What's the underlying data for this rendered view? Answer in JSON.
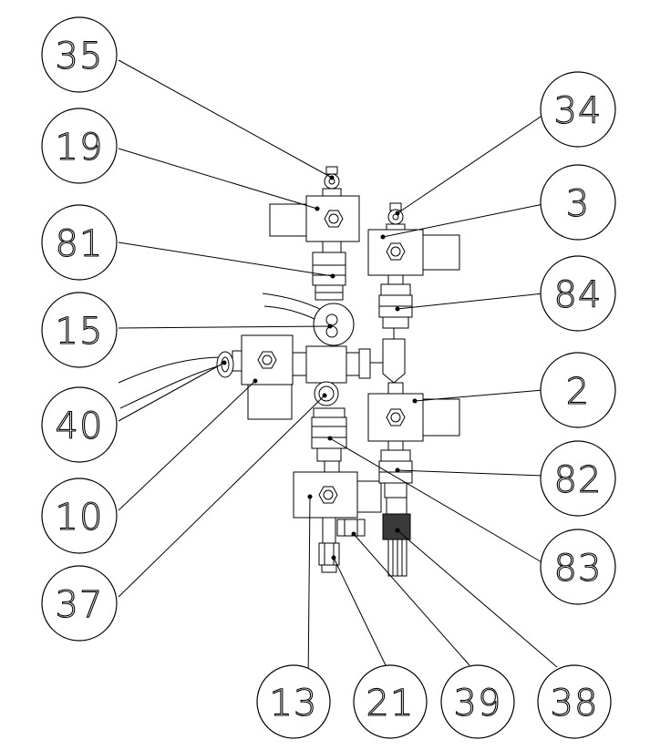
{
  "callouts": [
    {
      "id": "c35",
      "label": "35"
    },
    {
      "id": "c34",
      "label": "34"
    },
    {
      "id": "c19",
      "label": "19"
    },
    {
      "id": "c3",
      "label": "3"
    },
    {
      "id": "c81",
      "label": "81"
    },
    {
      "id": "c84",
      "label": "84"
    },
    {
      "id": "c15",
      "label": "15"
    },
    {
      "id": "c2",
      "label": "2"
    },
    {
      "id": "c40",
      "label": "40"
    },
    {
      "id": "c82",
      "label": "82"
    },
    {
      "id": "c10",
      "label": "10"
    },
    {
      "id": "c83",
      "label": "83"
    },
    {
      "id": "c37",
      "label": "37"
    },
    {
      "id": "c13",
      "label": "13"
    },
    {
      "id": "c21",
      "label": "21"
    },
    {
      "id": "c39",
      "label": "39"
    },
    {
      "id": "c38",
      "label": "38"
    }
  ],
  "colors": {
    "line": "#000000",
    "background": "#ffffff"
  }
}
